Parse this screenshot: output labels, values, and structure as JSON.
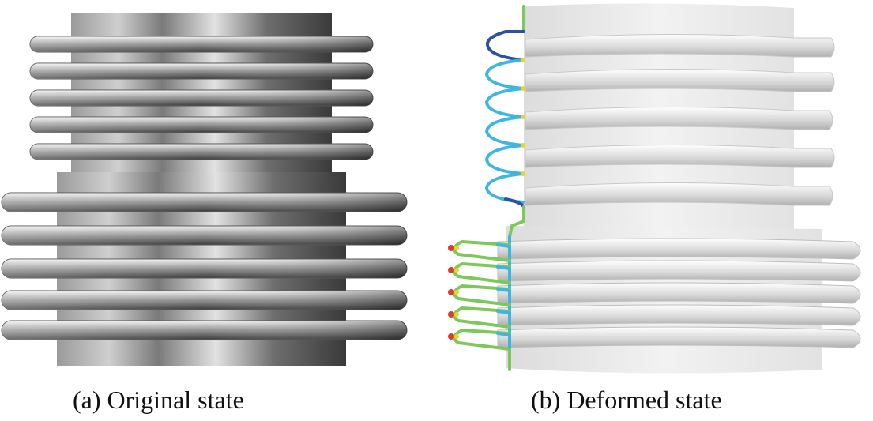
{
  "panels": [
    {
      "id": "a",
      "caption": "(a) Original state"
    },
    {
      "id": "b",
      "caption": "(b) Deformed state"
    }
  ],
  "colors": {
    "metal_dark": "#3c3c3c",
    "metal_light": "#e8e8e8",
    "deformed_surface": "#eeeeee",
    "stress_low": "#2c4fa8",
    "stress_midlow": "#3fb6e0",
    "stress_mid": "#7cc85a",
    "stress_midhigh": "#e8d52a",
    "stress_high": "#e03a2a"
  }
}
